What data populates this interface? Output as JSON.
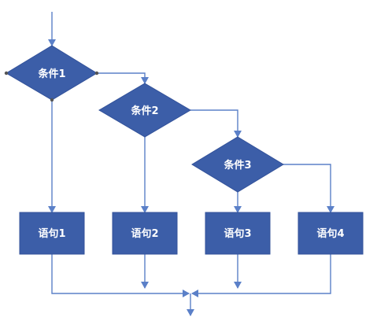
{
  "diagram": {
    "conditions": [
      "条件1",
      "条件2",
      "条件3"
    ],
    "statements": [
      "语句1",
      "语句2",
      "语句3",
      "语句4"
    ],
    "colors": {
      "shape_fill": "#3c5ea8",
      "shape_stroke": "#33529a",
      "line": "#5b80c8",
      "text": "#ffffff",
      "background": "#ffffff"
    }
  }
}
